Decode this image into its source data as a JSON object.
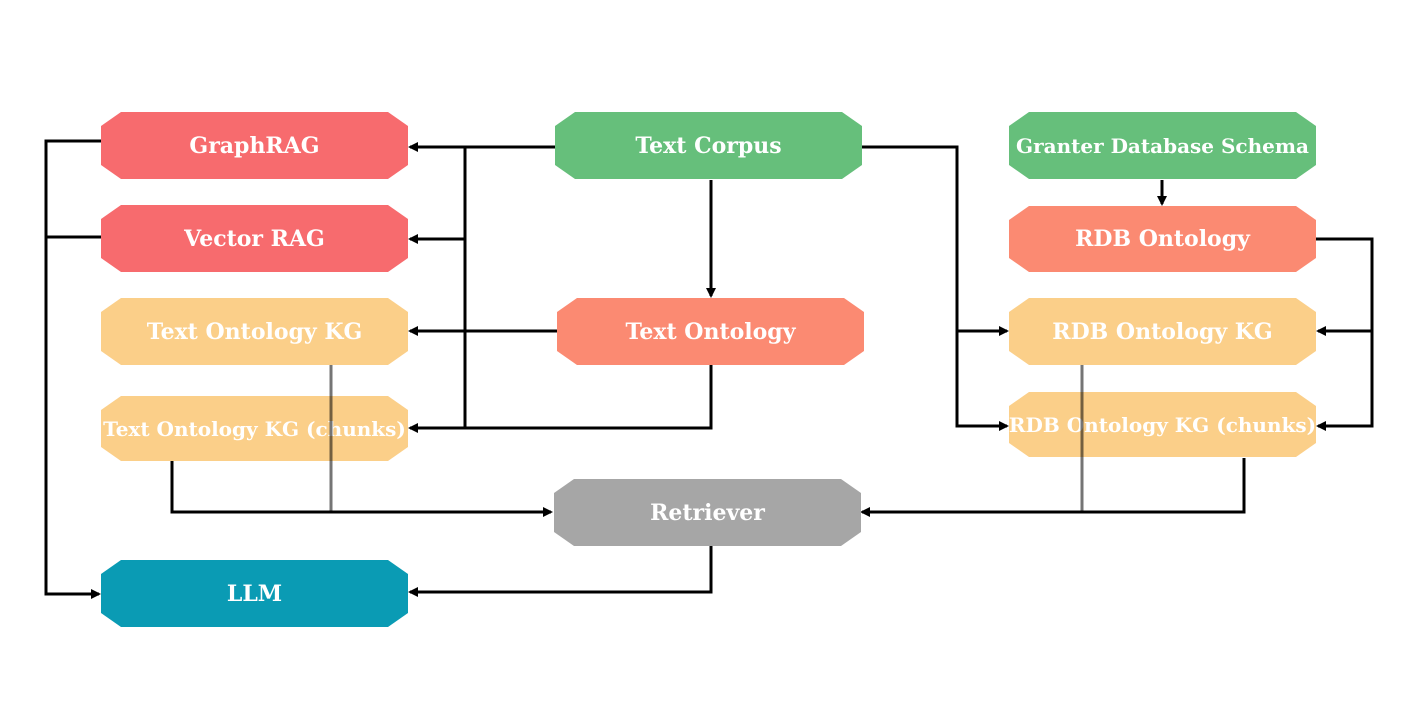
{
  "nodes": {
    "graphrag": {
      "label": "GraphRAG",
      "color": "#f76b6e"
    },
    "vector_rag": {
      "label": "Vector RAG",
      "color": "#f76b6e"
    },
    "text_ontology_kg": {
      "label": "Text Ontology KG",
      "color": "#fbcf89"
    },
    "text_ontology_kg_chunks": {
      "label": "Text Ontology KG (chunks)",
      "color": "#fbcf89"
    },
    "llm": {
      "label": "LLM",
      "color": "#0a9bb4"
    },
    "text_corpus": {
      "label": "Text Corpus",
      "color": "#66bf7b"
    },
    "text_ontology": {
      "label": "Text Ontology",
      "color": "#fb8a72"
    },
    "retriever": {
      "label": "Retriever",
      "color": "#a6a6a6"
    },
    "granter_schema": {
      "label": "Granter Database Schema",
      "color": "#66bf7b"
    },
    "rdb_ontology": {
      "label": "RDB Ontology",
      "color": "#fb8a72"
    },
    "rdb_ontology_kg": {
      "label": "RDB Ontology KG",
      "color": "#fbcf89"
    },
    "rdb_ontology_kg_chunks": {
      "label": "RDB Ontology KG (chunks)",
      "color": "#fbcf89"
    }
  },
  "edge_color": "#000000"
}
